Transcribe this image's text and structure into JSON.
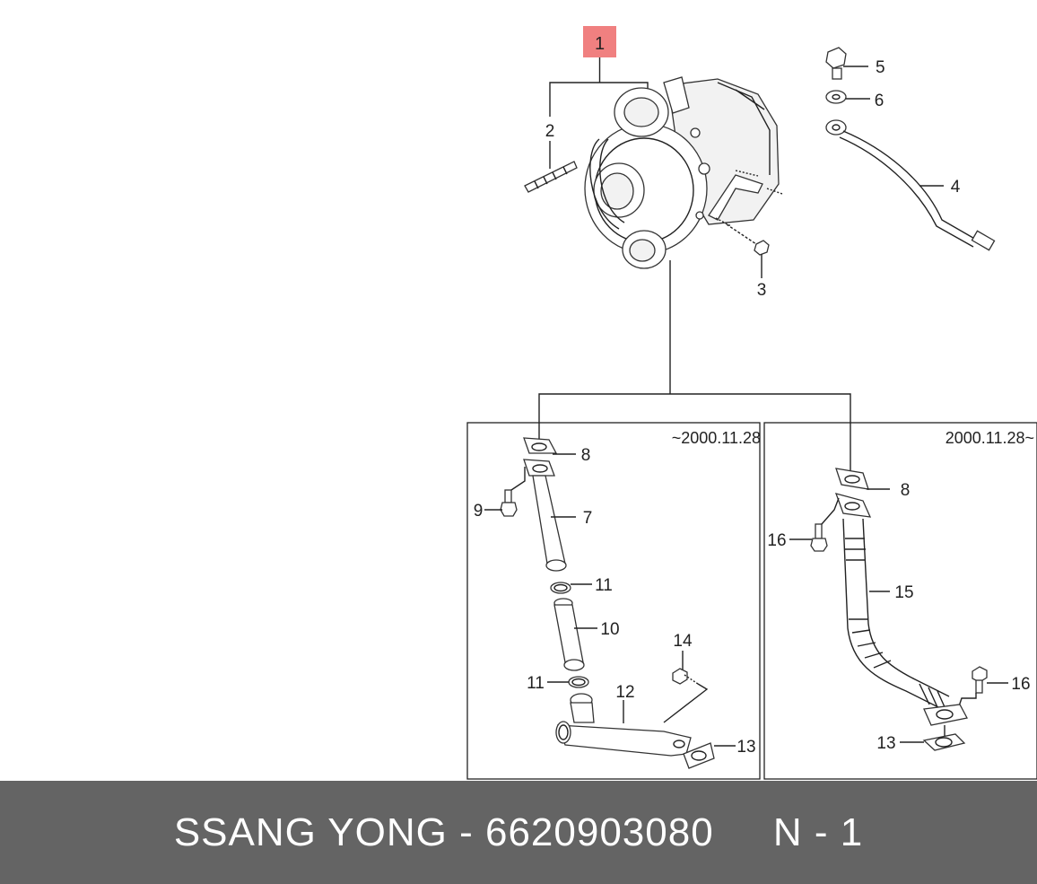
{
  "diagram": {
    "selected_label": "1",
    "selected_color": "#f08080",
    "callouts": {
      "c2": "2",
      "c3": "3",
      "c4": "4",
      "c5": "5",
      "c6": "6",
      "l8": "8",
      "l9": "9",
      "l7": "7",
      "l11a": "11",
      "l10": "10",
      "l11b": "11",
      "l12": "12",
      "l14": "14",
      "l13": "13",
      "r8": "8",
      "r16a": "16",
      "r15": "15",
      "r16b": "16",
      "r13": "13"
    },
    "panels": {
      "left_date": "~2000.11.28",
      "right_date": "2000.11.28~"
    }
  },
  "footer": {
    "brand": "SSANG YONG",
    "separator": " - ",
    "part_number": "6620903080",
    "page_ref": "N - 1",
    "background": "#646464"
  }
}
